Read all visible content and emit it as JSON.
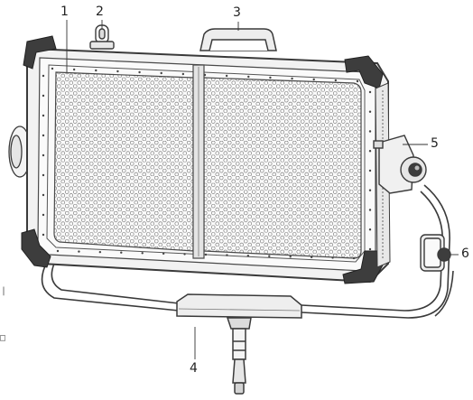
{
  "callouts": [
    {
      "id": "1",
      "label": "1"
    },
    {
      "id": "2",
      "label": "2"
    },
    {
      "id": "3",
      "label": "3"
    },
    {
      "id": "4",
      "label": "4"
    },
    {
      "id": "5",
      "label": "5"
    },
    {
      "id": "6",
      "label": "6"
    }
  ],
  "edge_marks": {
    "upper": "|",
    "lower": "□"
  },
  "colors": {
    "line": "#3a3a3a",
    "panel": "#f2f2f2",
    "cell": "#6a6a6a",
    "frame": "#4a4a4a",
    "dark": "#3d3d3d"
  }
}
